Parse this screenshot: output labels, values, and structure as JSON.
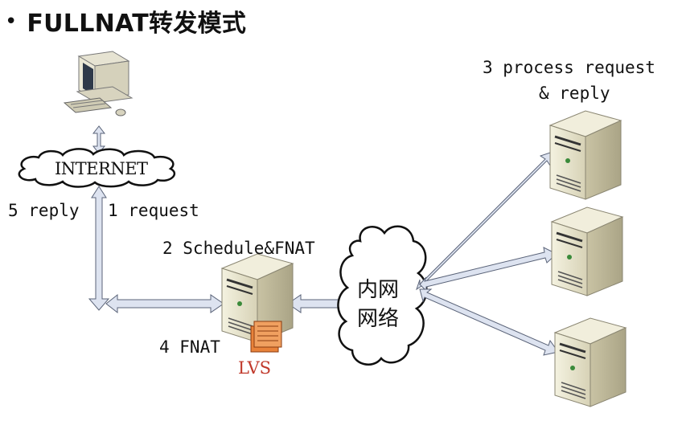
{
  "title": {
    "bullet": "•",
    "text": "FULLNAT转发模式"
  },
  "labels": {
    "internet": "INTERNET",
    "reply": "5 reply",
    "request": "1 request",
    "schedule": "2 Schedule&FNAT",
    "fnat": "4 FNAT",
    "lvs": "LVS",
    "process_line1": "3 process request",
    "process_line2": "& reply",
    "intranet_line1": "内网",
    "intranet_line2": "网络"
  },
  "colors": {
    "arrow_fill": "#dde3f0",
    "arrow_stroke": "#5a6378",
    "server_body": "#e9e6cf",
    "server_side": "#cfcab0",
    "server_dark": "#3b3b36",
    "lvs_label": "#c0392b",
    "lvs_box": "#e8823a"
  }
}
